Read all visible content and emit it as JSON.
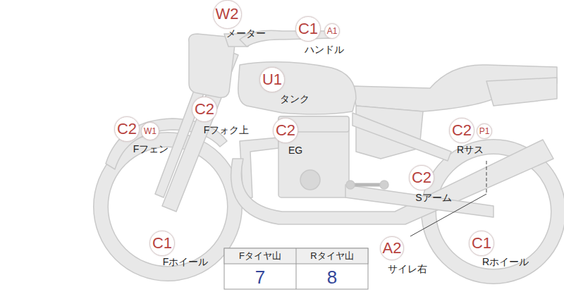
{
  "diagram": {
    "nodes": [
      {
        "text": [
          "W2"
        ]
      },
      {
        "text": [
          "C1"
        ]
      },
      {
        "text": [
          "A1"
        ]
      },
      {
        "text": [
          "U1"
        ]
      },
      {
        "text": [
          "C2"
        ]
      },
      {
        "text": [
          "C2"
        ]
      },
      {
        "text": [
          "W1"
        ]
      },
      {
        "text": [
          "C2"
        ]
      },
      {
        "text": [
          "C2"
        ]
      },
      {
        "text": [
          "P1"
        ]
      },
      {
        "text": [
          "C2"
        ]
      },
      {
        "text": [
          "C1"
        ]
      },
      {
        "text": [
          "A2"
        ]
      },
      {
        "text": [
          "C1"
        ]
      }
    ],
    "labels": [
      "メーター",
      "ハンドル",
      "タンク",
      "Fフォク上",
      "Fフェン",
      "EG",
      "Rサス",
      "Sアーム",
      "Fホイール",
      "サイレ右",
      "Rホイール",
      "Fタイヤ山",
      "Rタイヤ山",
      "7",
      "8"
    ]
  }
}
